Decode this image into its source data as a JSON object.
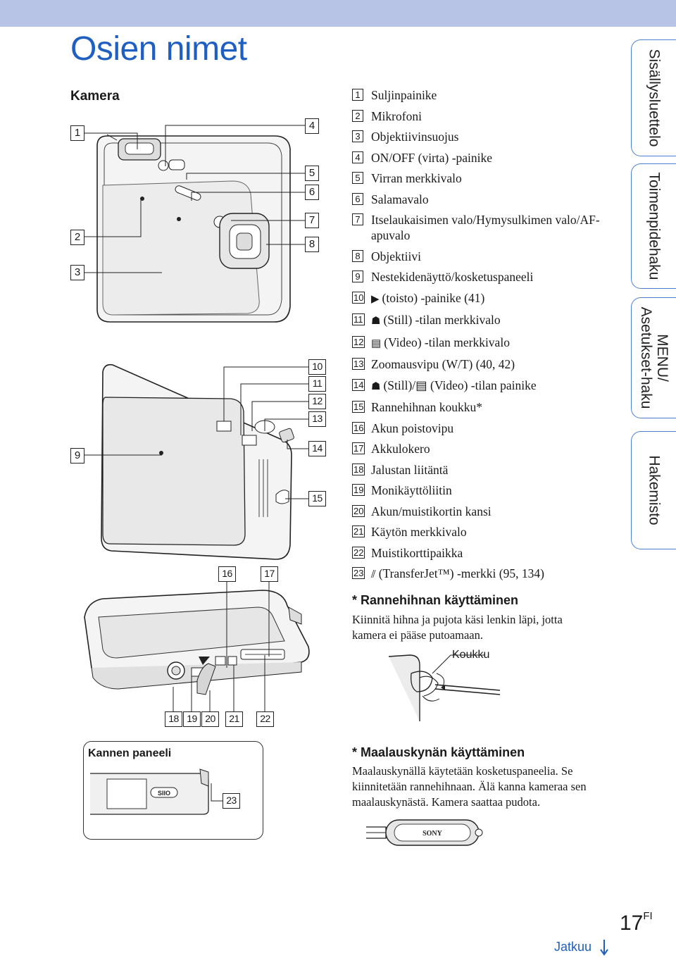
{
  "page": {
    "title": "Osien nimet",
    "camera_heading": "Kamera",
    "page_number": "17",
    "page_lang": "FI",
    "continue_label": "Jatkuu",
    "continue_icon": "arrow-down-icon"
  },
  "side_tabs": [
    {
      "label": "Sisällysluettelo"
    },
    {
      "label": "Toimenpidehaku"
    },
    {
      "label": "MENU/ Asetukset-haku"
    },
    {
      "label": "Hakemisto"
    }
  ],
  "parts": [
    {
      "num": "1",
      "text": "Suljinpainike"
    },
    {
      "num": "2",
      "text": "Mikrofoni"
    },
    {
      "num": "3",
      "text": "Objektiivinsuojus"
    },
    {
      "num": "4",
      "text": "ON/OFF (virta) -painike"
    },
    {
      "num": "5",
      "text": "Virran merkkivalo"
    },
    {
      "num": "6",
      "text": "Salamavalo"
    },
    {
      "num": "7",
      "text": "Itselaukaisimen valo/Hymysulkimen valo/AF-apuvalo"
    },
    {
      "num": "8",
      "text": "Objektiivi"
    },
    {
      "num": "9",
      "text": "Nestekidenäyttö/kosketuspaneeli"
    },
    {
      "num": "10",
      "icon": "▶",
      "text": "(toisto) -painike (41)"
    },
    {
      "num": "11",
      "icon": "☗",
      "text": "(Still) -tilan merkkivalo"
    },
    {
      "num": "12",
      "icon": "▤",
      "text": "(Video) -tilan merkkivalo"
    },
    {
      "num": "13",
      "text": "Zoomausvipu (W/T) (40, 42)"
    },
    {
      "num": "14",
      "icon": "☗",
      "text": "(Still)/▤ (Video) -tilan painike"
    },
    {
      "num": "15",
      "text": "Rannehihnan koukku*"
    },
    {
      "num": "16",
      "text": "Akun poistovipu"
    },
    {
      "num": "17",
      "text": "Akkulokero"
    },
    {
      "num": "18",
      "text": "Jalustan liitäntä"
    },
    {
      "num": "19",
      "text": "Monikäyttöliitin"
    },
    {
      "num": "20",
      "text": "Akun/muistikortin kansi"
    },
    {
      "num": "21",
      "text": "Käytön merkkivalo"
    },
    {
      "num": "22",
      "text": "Muistikorttipaikka"
    },
    {
      "num": "23",
      "icon": "⫽",
      "text": "(TransferJet™) -merkki (95, 134)"
    }
  ],
  "strap": {
    "heading": "* Rannehihnan käyttäminen",
    "text": "Kiinnitä hihna ja pujota käsi lenkin läpi, jotta kamera ei pääse putoamaan.",
    "hook_label": "Koukku"
  },
  "stylus": {
    "heading": "* Maalauskynän käyttäminen",
    "text": "Maalauskynällä käytetään kosketuspaneelia. Se kiinnitetään rannehihnaan. Älä kanna kameraa sen maalauskynästä. Kamera saattaa pudota.",
    "brand": "SONY"
  },
  "cover_panel": {
    "label": "Kannen paneeli",
    "badge": "SIIO"
  },
  "callouts": {
    "c1": "1",
    "c2": "2",
    "c3": "3",
    "c4": "4",
    "c5": "5",
    "c6": "6",
    "c7": "7",
    "c8": "8",
    "c9": "9",
    "c10": "10",
    "c11": "11",
    "c12": "12",
    "c13": "13",
    "c14": "14",
    "c15": "15",
    "c16": "16",
    "c17": "17",
    "c18": "18",
    "c19": "19",
    "c20": "20",
    "c21": "21",
    "c22": "22",
    "c23": "23"
  }
}
